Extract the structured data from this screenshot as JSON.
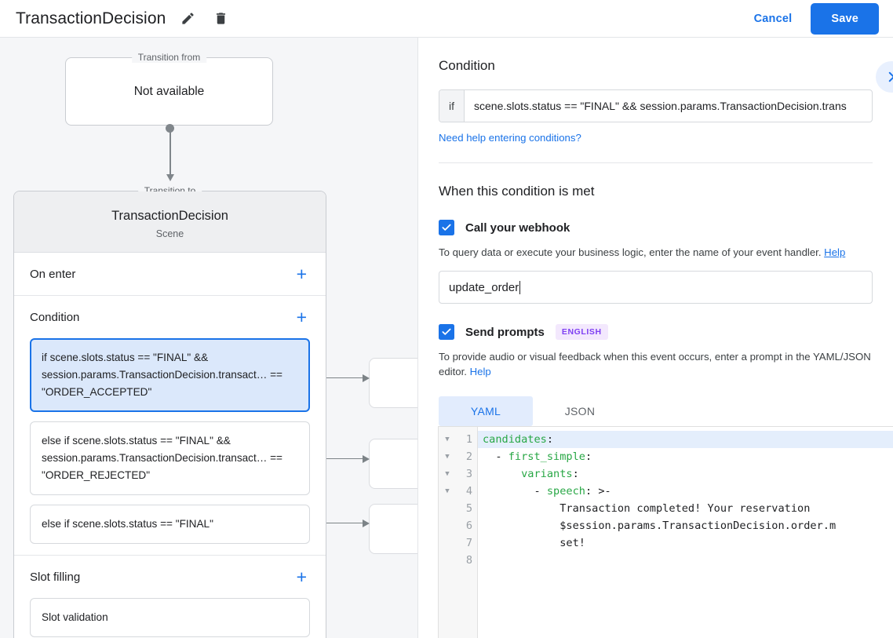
{
  "topbar": {
    "title": "TransactionDecision",
    "edit_icon": "pencil-icon",
    "delete_icon": "trash-icon",
    "cancel_label": "Cancel",
    "save_label": "Save"
  },
  "canvas": {
    "transition_from": {
      "legend": "Transition from",
      "body": "Not available"
    },
    "transition_to": {
      "legend": "Transition to",
      "title": "TransactionDecision",
      "subtitle": "Scene"
    },
    "sections": [
      {
        "title": "On enter",
        "add": "+"
      },
      {
        "title": "Condition",
        "add": "+"
      },
      {
        "title": "Slot filling",
        "add": "+"
      }
    ],
    "conditions": [
      "if scene.slots.status == \"FINAL\" && session.params.TransactionDecision.transact… == \"ORDER_ACCEPTED\"",
      "else if scene.slots.status == \"FINAL\" && session.params.TransactionDecision.transact… == \"ORDER_REJECTED\"",
      "else if scene.slots.status == \"FINAL\""
    ],
    "slot_filling_item": "Slot validation"
  },
  "panel": {
    "heading": "Condition",
    "collapse_icon": "chevron-right-icon",
    "condition": {
      "if_label": "if",
      "value": "scene.slots.status == \"FINAL\" && session.params.TransactionDecision.trans",
      "help_link": "Need help entering conditions?"
    },
    "when_met_heading": "When this condition is met",
    "webhook": {
      "label": "Call your webhook",
      "checked": true,
      "description": "To query data or execute your business logic, enter the name of your event handler.",
      "help_label": "Help",
      "value": "update_order"
    },
    "prompts": {
      "label": "Send prompts",
      "checked": true,
      "badge": "ENGLISH",
      "description": "To provide audio or visual feedback when this event occurs, enter a prompt in the YAML/JSON editor.",
      "help_label": "Help",
      "tabs": [
        {
          "label": "YAML",
          "active": true
        },
        {
          "label": "JSON",
          "active": false
        }
      ]
    },
    "editor": {
      "line_numbers": [
        "1",
        "2",
        "3",
        "4",
        "5",
        "6",
        "7",
        "8"
      ],
      "fold_markers": [
        "▼",
        "▼",
        "▼",
        "▼",
        "",
        "",
        "",
        ""
      ],
      "lines": [
        {
          "n": 1,
          "text": "candidates:",
          "highlight": true,
          "key": true
        },
        {
          "n": 2,
          "text": "  - first_simple:",
          "highlight": false,
          "key": true
        },
        {
          "n": 3,
          "text": "      variants:",
          "highlight": false,
          "key": true
        },
        {
          "n": 4,
          "text": "        - speech: >-",
          "highlight": false,
          "key": true
        },
        {
          "n": 5,
          "text": "            Transaction completed! Your reservation",
          "highlight": false,
          "key": false
        },
        {
          "n": 6,
          "text": "            $session.params.TransactionDecision.order.m",
          "highlight": false,
          "key": false
        },
        {
          "n": 7,
          "text": "            set!",
          "highlight": false,
          "key": false
        },
        {
          "n": 8,
          "text": "",
          "highlight": false,
          "key": false
        }
      ]
    }
  },
  "colors": {
    "accent": "#1a73e8",
    "accent_soft": "#e8f0fe",
    "selected_card": "#dbe8fb",
    "badge_bg": "#f3e8fd",
    "badge_fg": "#7e3ff2",
    "canvas_bg": "#f5f6f8",
    "code_key": "#28a745"
  }
}
